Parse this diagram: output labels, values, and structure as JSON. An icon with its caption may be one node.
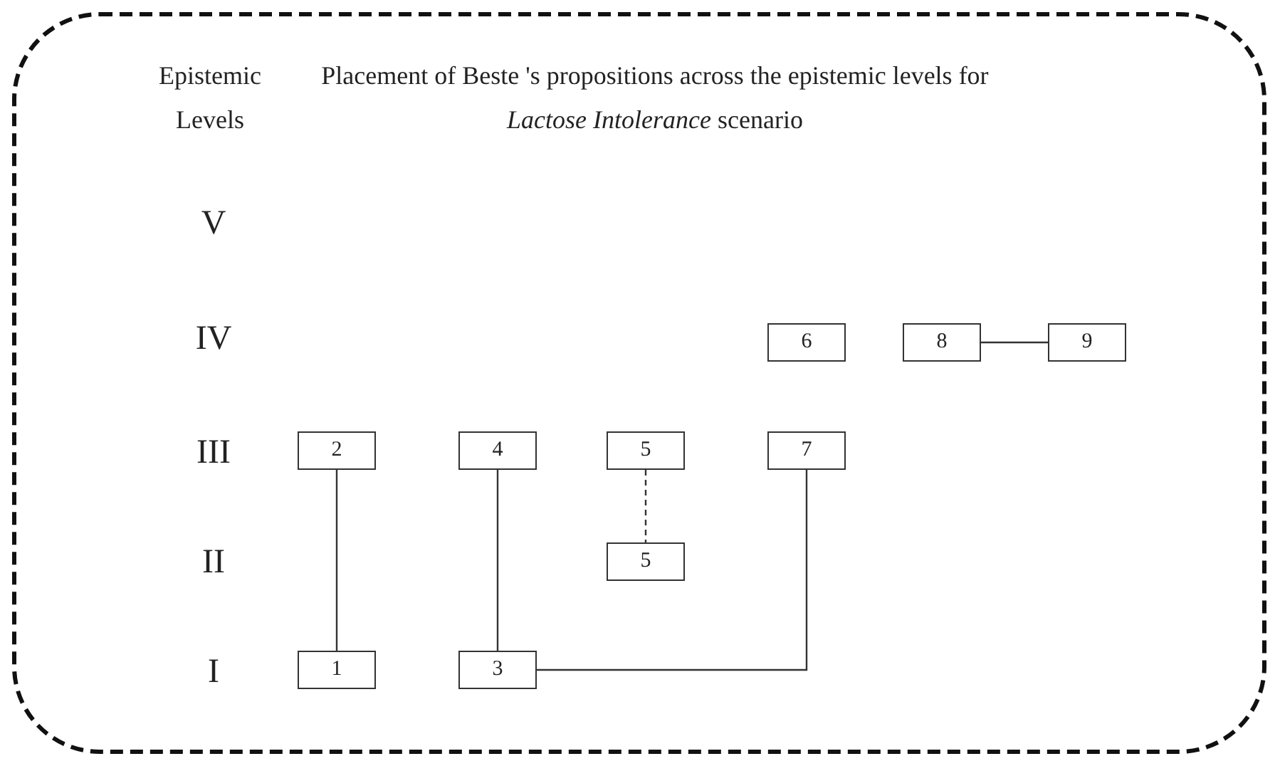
{
  "diagram": {
    "title": "Placement of Beste 's propositions across the epistemic levels for *Lactose Intolerance* scenario",
    "nodes": [
      {
        "text": [
          "6"
        ]
      },
      {
        "text": [
          "8"
        ]
      },
      {
        "text": [
          "9"
        ]
      },
      {
        "text": [
          "2"
        ]
      },
      {
        "text": [
          "4"
        ]
      },
      {
        "text": [
          "5"
        ]
      },
      {
        "text": [
          "7"
        ]
      },
      {
        "text": [
          "5"
        ]
      },
      {
        "text": [
          "1"
        ]
      },
      {
        "text": [
          "3"
        ]
      }
    ],
    "edges": [
      {
        "from": 1,
        "to": 2,
        "arrow": "none"
      },
      {
        "from": 3,
        "to": 8,
        "arrow": "none"
      },
      {
        "from": 4,
        "to": 9,
        "arrow": "none"
      },
      {
        "from": 5,
        "to": 7,
        "arrow": "none",
        "style": "dashed"
      },
      {
        "from": 9,
        "to": 6,
        "arrow": "none"
      }
    ],
    "labels": [
      "Epistemic Levels",
      "V",
      "IV",
      "III",
      "II",
      "I"
    ]
  }
}
